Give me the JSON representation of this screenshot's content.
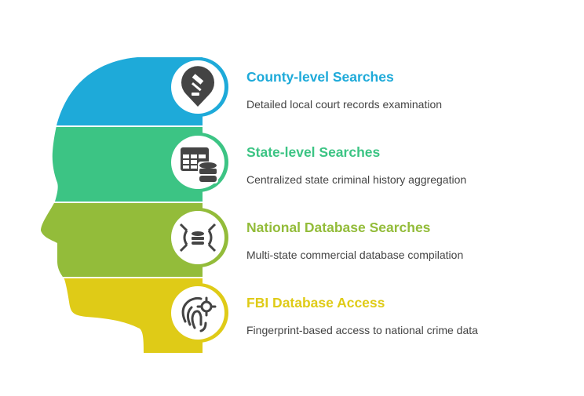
{
  "items": [
    {
      "title": "County-level Searches",
      "description": "Detailed local court records examination",
      "color": "#1eaad9",
      "icon": "gavel-pin-icon"
    },
    {
      "title": "State-level Searches",
      "description": "Centralized state criminal history aggregation",
      "color": "#3cc484",
      "icon": "table-database-icon"
    },
    {
      "title": "National Database Searches",
      "description": "Multi-state commercial database compilation",
      "color": "#93bc3a",
      "icon": "database-expand-icon"
    },
    {
      "title": "FBI Database Access",
      "description": "Fingerprint-based access to national crime data",
      "color": "#dfcb17",
      "icon": "fingerprint-target-icon"
    }
  ]
}
